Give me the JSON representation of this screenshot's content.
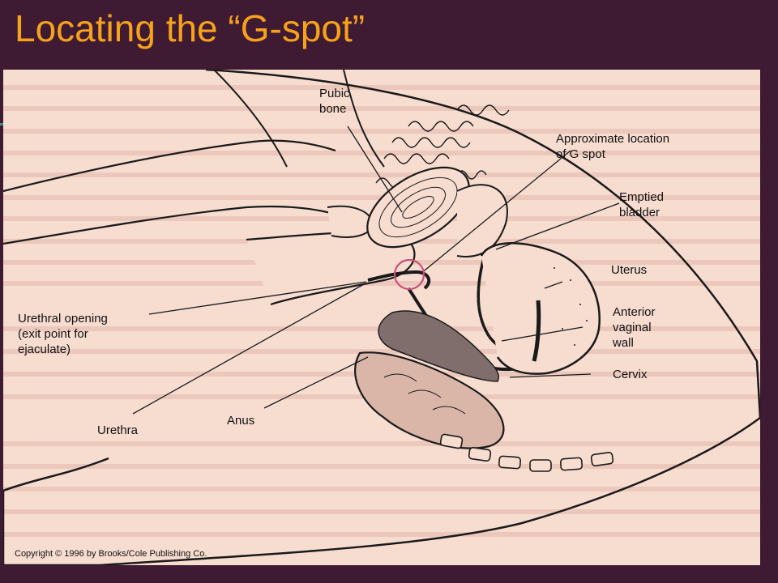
{
  "slide": {
    "title": "Locating the “G-spot”"
  },
  "diagram": {
    "labels": {
      "pubic_bone": "Pubic\nbone",
      "g_spot": "Approximate location\nof G spot",
      "emptied_bladder": "Emptied\nbladder",
      "uterus": "Uterus",
      "anterior_vaginal_wall": "Anterior\nvaginal\nwall",
      "cervix": "Cervix",
      "urethral_opening": "Urethral opening\n(exit point for\nejaculate)",
      "urethra": "Urethra",
      "anus": "Anus"
    },
    "copyright": "Copyright © 1996 by Brooks/Cole Publishing Co.",
    "colors": {
      "title": "#f6a21b",
      "background": "#3e1a33",
      "panel": "#f7dcd0",
      "highlight_circle": "#c8507a"
    }
  }
}
